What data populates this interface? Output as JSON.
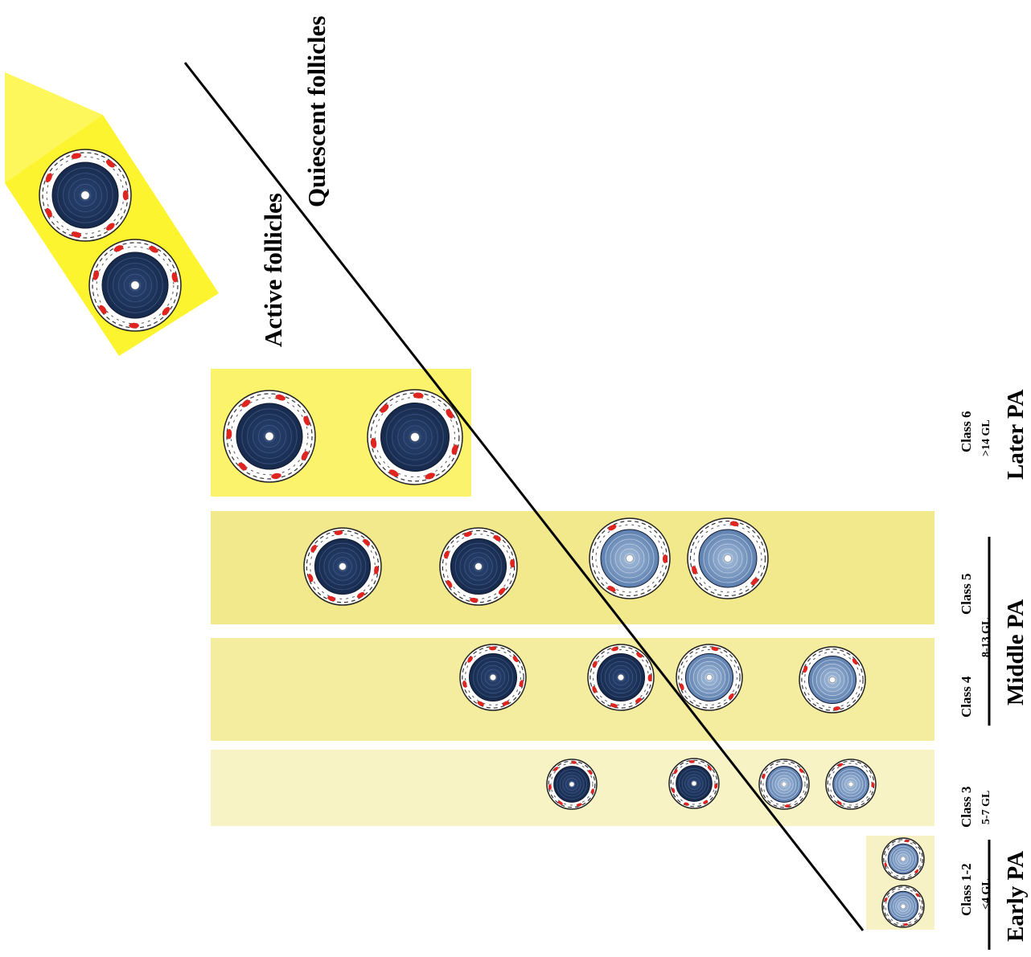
{
  "headers": {
    "active": "Active follicles",
    "quiescent": "Quiescent follicles"
  },
  "classes": [
    {
      "name": "Class 1-2",
      "range": "<4 GL"
    },
    {
      "name": "Class 3",
      "range": "5-7 GL"
    },
    {
      "name": "Class 4",
      "range": ""
    },
    {
      "name": "Class 5",
      "range": "8-13 GL"
    },
    {
      "name": "Class 6",
      "range": ">14 GL"
    }
  ],
  "stages": {
    "early": "Early PA",
    "middle": "Middle PA",
    "later": "Later PA"
  },
  "colors": {
    "band_light": "#f7f3c4",
    "band_mid": "#f2eb9b",
    "band_strong": "#f2e98d",
    "band_bright": "#fbf36c",
    "top_panel": "#fdf20c",
    "active_core": "#1e3358",
    "quiescent_core": "#6f8fbc",
    "blood_vessel": "#e0241f"
  }
}
